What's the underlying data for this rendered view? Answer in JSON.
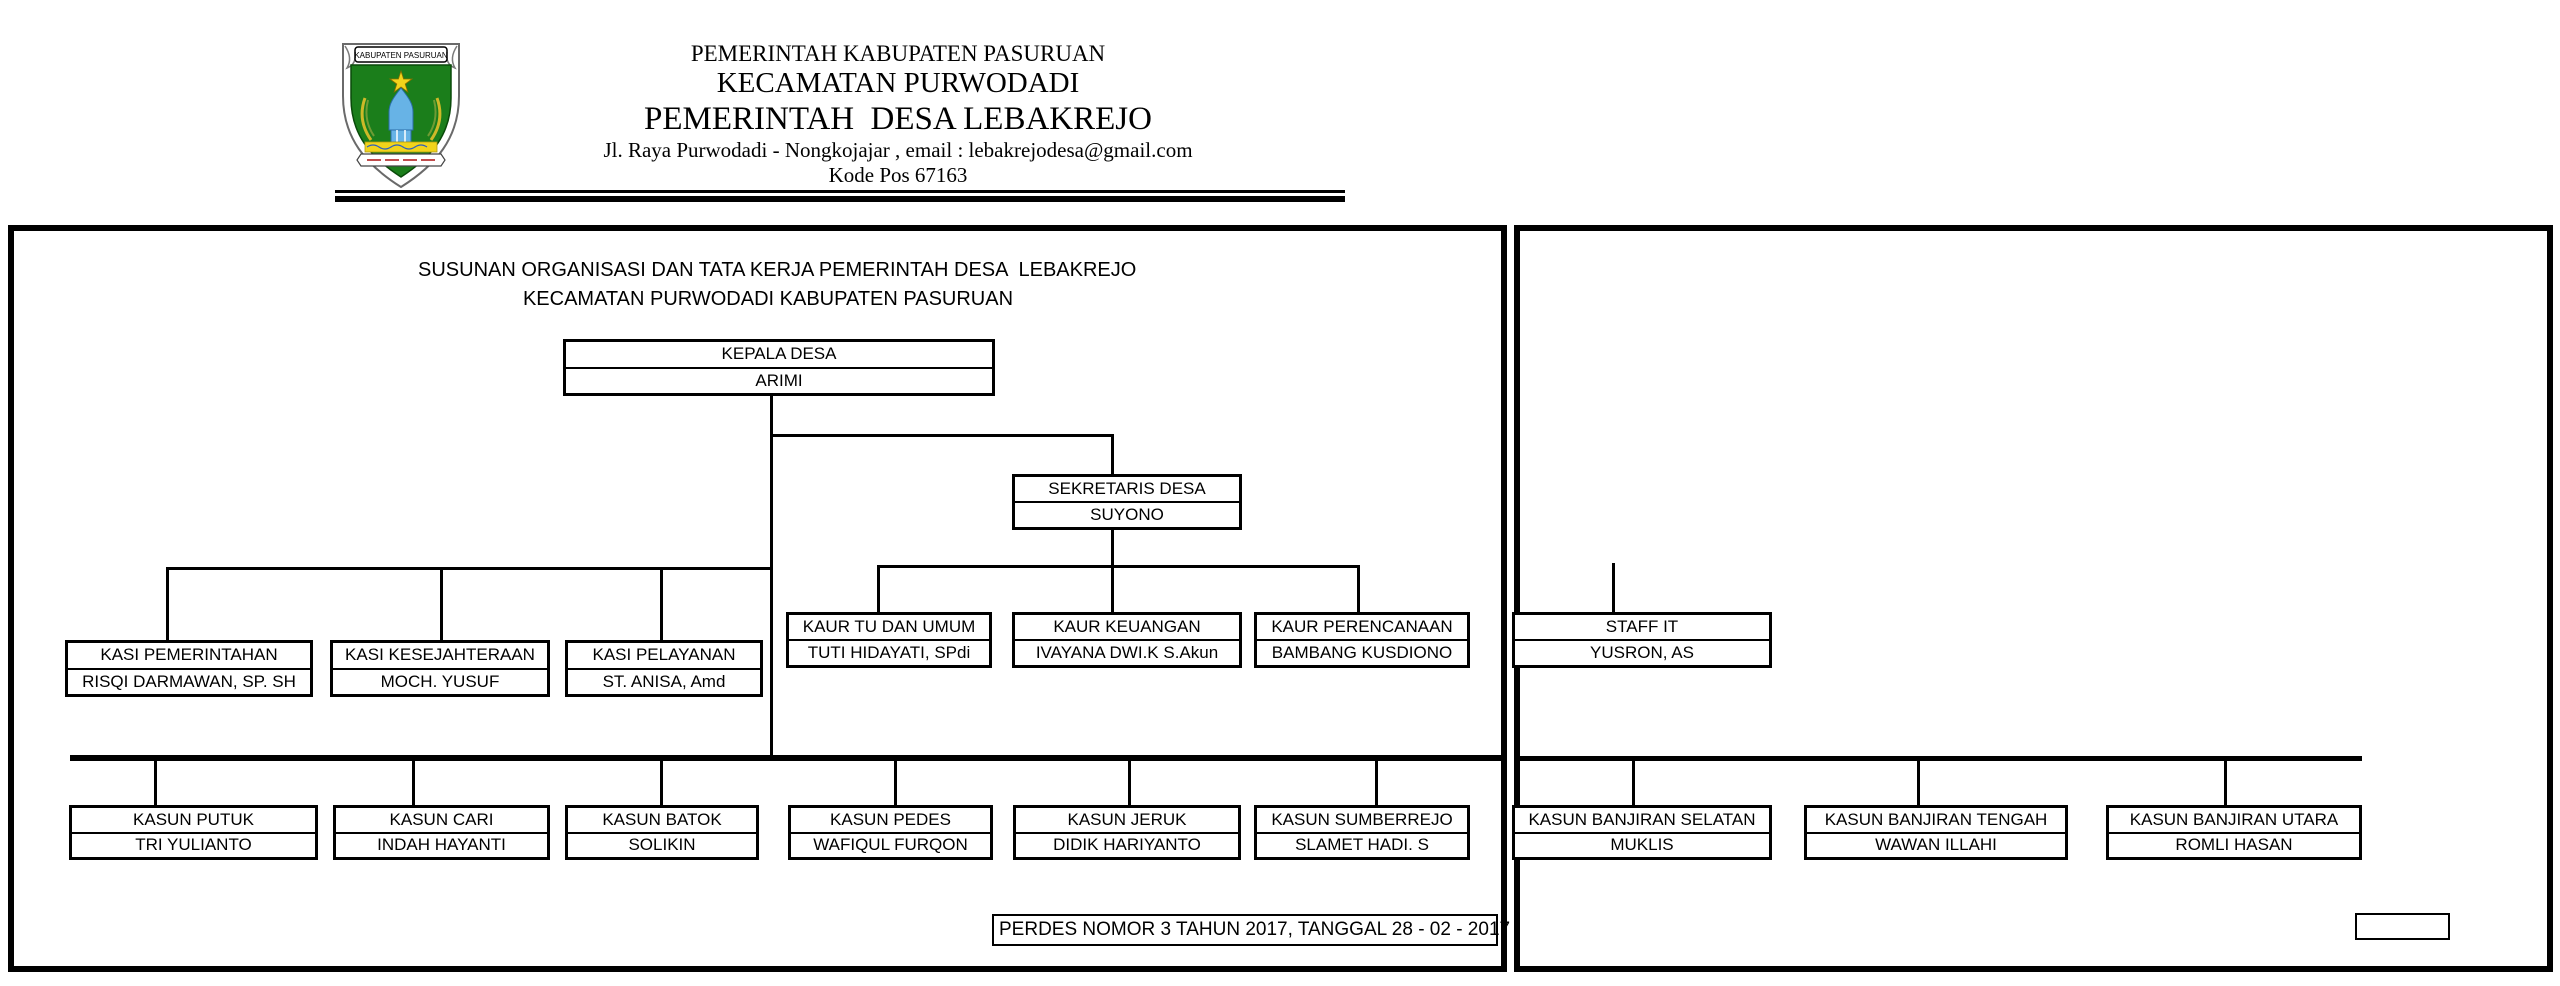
{
  "letterhead": {
    "line1": "PEMERINTAH KABUPATEN PASURUAN",
    "line2": "KECAMATAN PURWODADI",
    "line3": "PEMERINTAH  DESA LEBAKREJO",
    "line4": "Jl. Raya Purwodadi - Nongkojajar , email : lebakrejodesa@gmail.com",
    "line5": "Kode Pos 67163",
    "logo": {
      "name": "kabupaten-pasuruan-seal",
      "banner_text": "KABUPATEN PASURUAN"
    }
  },
  "title": {
    "line1": "SUSUNAN ORGANISASI DAN TATA KERJA PEMERINTAH DESA  LEBAKREJO",
    "line2": "KECAMATAN PURWODADI KABUPATEN PASURUAN"
  },
  "org": {
    "kepala_desa": {
      "title": "KEPALA DESA",
      "name": "ARIMI"
    },
    "sekretaris": {
      "title": "SEKRETARIS DESA",
      "name": "SUYONO"
    },
    "staff_it": {
      "title": "STAFF IT",
      "name": "YUSRON, AS"
    },
    "kaur": [
      {
        "title": "KAUR TU DAN UMUM",
        "name": "TUTI HIDAYATI, SPdi"
      },
      {
        "title": "KAUR KEUANGAN",
        "name": "IVAYANA DWI.K S.Akun"
      },
      {
        "title": "KAUR PERENCANAAN",
        "name": "BAMBANG KUSDIONO"
      }
    ],
    "kasi": [
      {
        "title": "KASI PEMERINTAHAN",
        "name": "RISQI DARMAWAN, SP. SH"
      },
      {
        "title": "KASI KESEJAHTERAAN",
        "name": "MOCH. YUSUF"
      },
      {
        "title": "KASI PELAYANAN",
        "name": "ST. ANISA, Amd"
      }
    ],
    "kasun": [
      {
        "title": "KASUN PUTUK",
        "name": "TRI YULIANTO"
      },
      {
        "title": "KASUN CARI",
        "name": "INDAH HAYANTI"
      },
      {
        "title": "KASUN BATOK",
        "name": "SOLIKIN"
      },
      {
        "title": "KASUN PEDES",
        "name": "WAFIQUL FURQON"
      },
      {
        "title": "KASUN JERUK",
        "name": "DIDIK HARIYANTO"
      },
      {
        "title": "KASUN SUMBERREJO",
        "name": "SLAMET HADI. S"
      },
      {
        "title": "KASUN BANJIRAN SELATAN",
        "name": "MUKLIS"
      },
      {
        "title": "KASUN BANJIRAN TENGAH",
        "name": "WAWAN ILLAHI"
      },
      {
        "title": "KASUN BANJIRAN UTARA",
        "name": "ROMLI HASAN"
      }
    ]
  },
  "footer": {
    "perdes": "PERDES NOMOR 3 TAHUN 2017, TANGGAL 28 - 02 - 2017"
  },
  "colors": {
    "line": "#000000",
    "logo_green": "#1b7e1b",
    "logo_yellow": "#f2d41b",
    "logo_blue": "#67b3e6",
    "page_bg": "#ffffff"
  }
}
